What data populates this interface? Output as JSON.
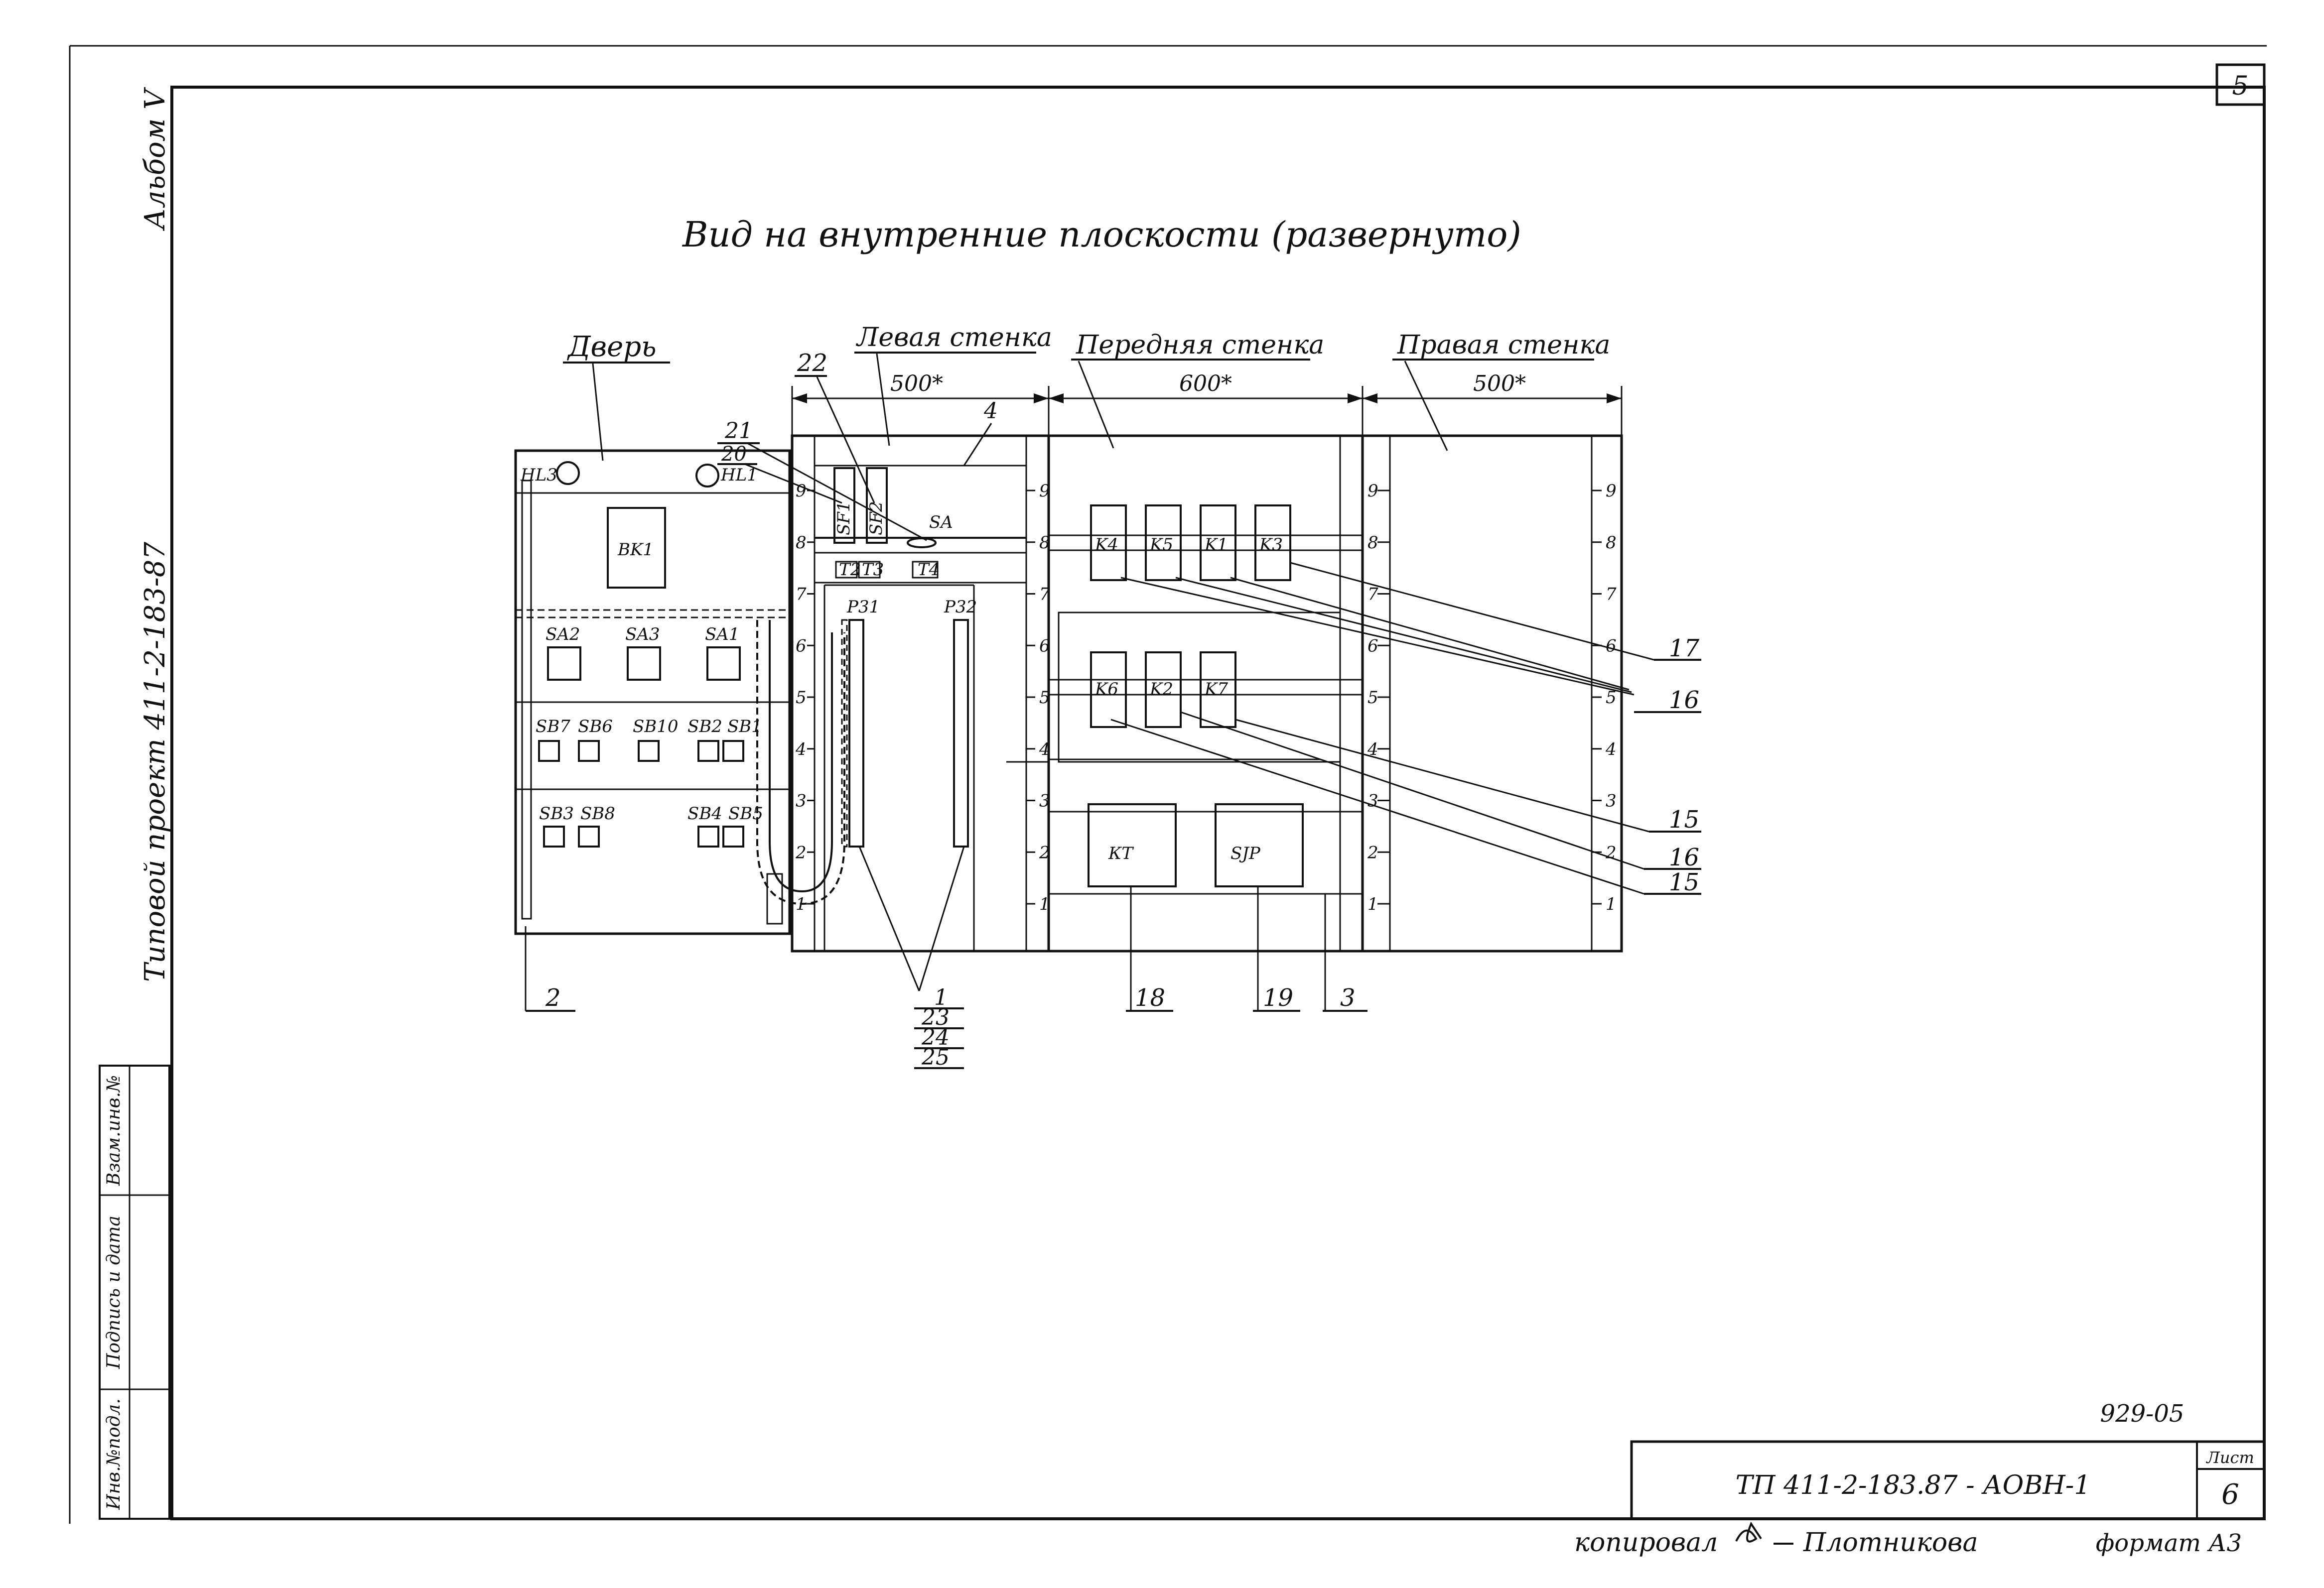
{
  "sheet": {
    "page_number": "5",
    "sheet_label": "Лист",
    "sheet_number": "6",
    "doc_code": "929-05",
    "stamp_code": "ТП 411-2-183.87 - АОВН-1",
    "copied_by": "копировал",
    "copier_name": "Плотникова",
    "format": "формат А3",
    "side_album": "Альбом V",
    "side_project": "Типовой проект 411-2-183-87",
    "side_cells": [
      "Инв.№подл.",
      "Подпись и дата",
      "Взам.инв.№"
    ]
  },
  "drawing": {
    "title": "Вид на внутренние плоскости (развернуто)",
    "sections": {
      "door": "Дверь",
      "left_wall": "Левая стенка",
      "front_wall": "Передняя стенка",
      "right_wall": "Правая стенка"
    },
    "dimensions": {
      "left": "500*",
      "front": "600*",
      "right": "500*"
    },
    "door_labels": {
      "hl3": "HL3",
      "hl1": "HL1",
      "bk1": "BK1",
      "sa2": "SA2",
      "sa3": "SA3",
      "sa1": "SA1",
      "sb7": "SB7",
      "sb6": "SB6",
      "sb10": "SB10",
      "sb2": "SB2",
      "sb1": "SB1",
      "sb3": "SB3",
      "sb8": "SB8",
      "sb4": "SB4",
      "sb5": "SB5"
    },
    "left_labels": {
      "sf1": "SF1",
      "sf2": "SF2",
      "sa": "SA",
      "t2": "T2",
      "t3": "T3",
      "t4": "T4",
      "p31": "Р31",
      "p32": "Р32"
    },
    "front_labels": {
      "k4": "K4",
      "k5": "K5",
      "k1": "K1",
      "k3": "K3",
      "k6": "K6",
      "k2": "K2",
      "k7": "K7",
      "kt": "КТ",
      "sjp": "SJP"
    },
    "ticks": [
      "1",
      "2",
      "3",
      "4",
      "5",
      "6",
      "7",
      "8",
      "9"
    ],
    "callouts": {
      "c2": "2",
      "c1": "1",
      "c23": "23",
      "c24": "24",
      "c25": "25",
      "c18": "18",
      "c19": "19",
      "c3": "3",
      "c21": "21",
      "c20": "20",
      "c22": "22",
      "c4": "4",
      "c17": "17",
      "c16a": "16",
      "c15a": "15",
      "c16b": "16",
      "c15b": "15"
    }
  }
}
